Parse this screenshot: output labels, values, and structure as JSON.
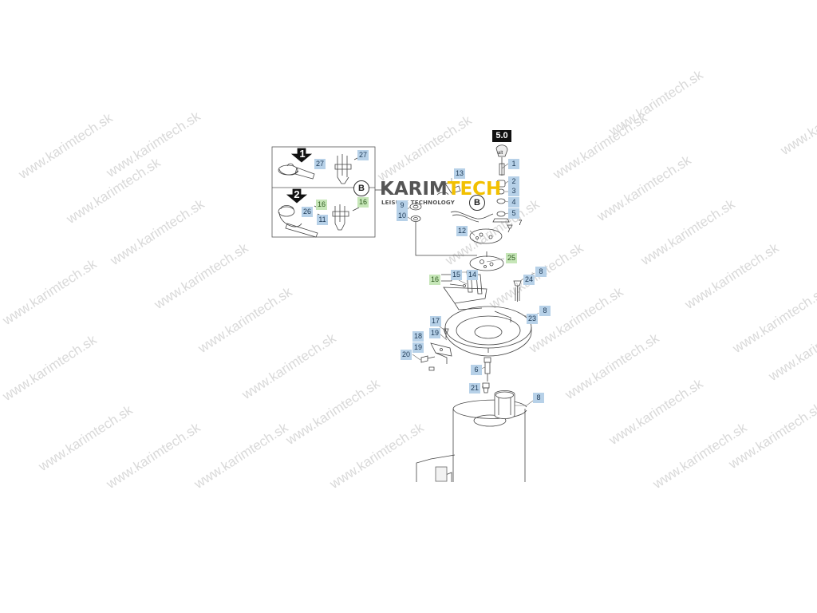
{
  "watermark": "www.karimtech.sk",
  "version_label": "5.0",
  "logo": {
    "name_part1": "KARIM",
    "name_part2": "TECH",
    "tagline": "LEISURE TECHNOLOGY"
  },
  "inset": {
    "step1": "1",
    "step2": "2",
    "detail_letter": "B"
  },
  "detail_letter_main": "B",
  "part_labels": {
    "p27a": "27",
    "p27b": "27",
    "p16a": "16",
    "p26": "26",
    "p11": "11",
    "p16b": "16",
    "p13": "13",
    "p9": "9",
    "p10": "10",
    "p12": "12",
    "p1": "1",
    "p2": "2",
    "p3": "3",
    "p4": "4",
    "p5": "5",
    "p7": "7",
    "p25": "25",
    "p8a": "8",
    "p24": "24",
    "p16c": "16",
    "p15": "15",
    "p14": "14",
    "p8b": "8",
    "p23": "23",
    "p17": "17",
    "p18": "18",
    "p19a": "19",
    "p19b": "19",
    "p20": "20",
    "p6": "6",
    "p21": "21",
    "p8c": "8"
  }
}
